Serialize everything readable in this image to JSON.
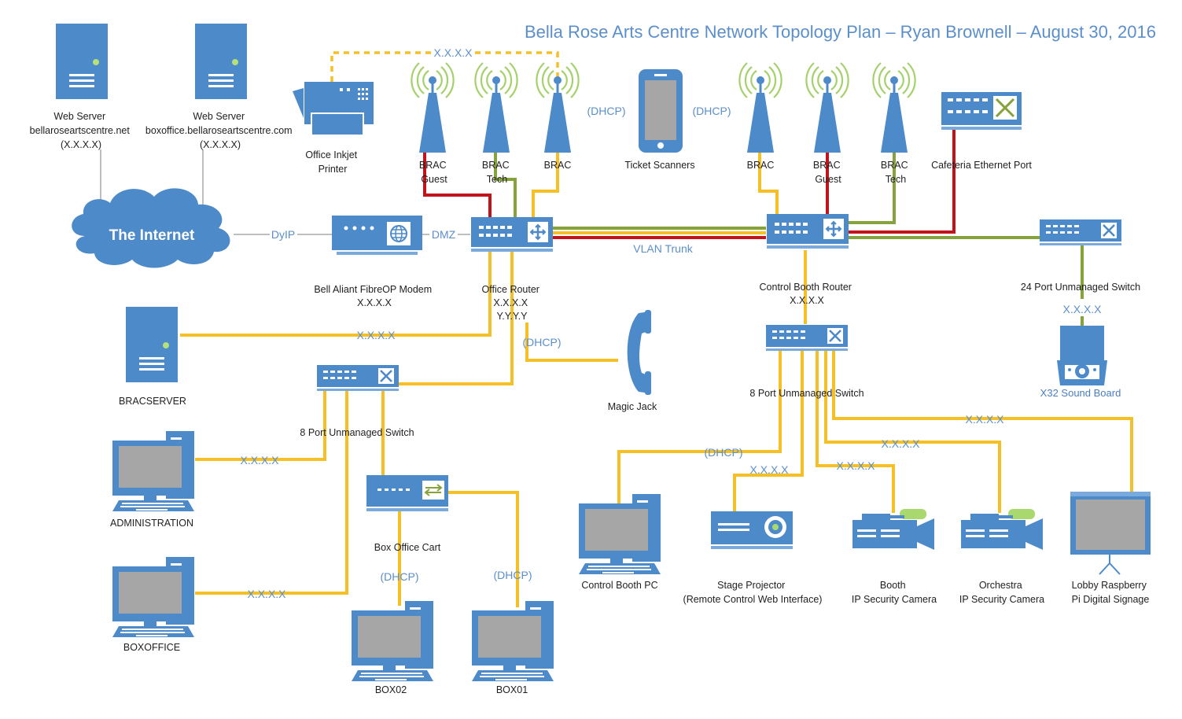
{
  "title": "Bella Rose Arts Centre Network Topology Plan – Ryan Brownell – August 30, 2016",
  "cloud": {
    "label": "The Internet"
  },
  "nodes": {
    "web1": {
      "lines": [
        "Web Server",
        "bellaroseartscentre.net",
        "(X.X.X.X)"
      ]
    },
    "web2": {
      "lines": [
        "Web Server",
        "boxoffice.bellaroseartscentre.com",
        "(X.X.X.X)"
      ]
    },
    "printer": {
      "lines": [
        "Office Inkjet",
        "Printer"
      ]
    },
    "ap1": {
      "lines": [
        "BRAC",
        "Guest"
      ]
    },
    "ap2": {
      "lines": [
        "BRAC",
        "Tech"
      ]
    },
    "ap3": {
      "lines": [
        "BRAC"
      ]
    },
    "scanners": {
      "lines": [
        "Ticket Scanners"
      ]
    },
    "ap4": {
      "lines": [
        "BRAC"
      ]
    },
    "ap5": {
      "lines": [
        "BRAC",
        "Guest"
      ]
    },
    "ap6": {
      "lines": [
        "BRAC",
        "Tech"
      ]
    },
    "cafeteria": {
      "lines": [
        "Cafeteria Ethernet Port"
      ]
    },
    "modem": {
      "lines": [
        "Bell Aliant FibreOP Modem",
        "X.X.X.X"
      ]
    },
    "office_router": {
      "lines": [
        "Office Router",
        "X.X.X.X",
        "Y.Y.Y.Y"
      ]
    },
    "booth_router": {
      "lines": [
        "Control Booth Router",
        "X.X.X.X"
      ]
    },
    "switch24": {
      "lines": [
        "24 Port Unmanaged Switch"
      ]
    },
    "bracserver": {
      "lines": [
        "BRACSERVER"
      ]
    },
    "magicjack": {
      "lines": [
        "Magic Jack"
      ]
    },
    "x32": {
      "lines": [
        "X32 Sound Board"
      ]
    },
    "switch8_left": {
      "lines": [
        "8 Port Unmanaged Switch"
      ]
    },
    "switch8_right": {
      "lines": [
        "8 Port Unmanaged Switch"
      ]
    },
    "administration": {
      "lines": [
        "ADMINISTRATION"
      ]
    },
    "boxoffice_cart": {
      "lines": [
        "Box Office Cart"
      ]
    },
    "boxoffice": {
      "lines": [
        "BOXOFFICE"
      ]
    },
    "box02": {
      "lines": [
        "BOX02"
      ]
    },
    "box01": {
      "lines": [
        "BOX01"
      ]
    },
    "booth_pc": {
      "lines": [
        "Control Booth PC"
      ]
    },
    "projector": {
      "lines": [
        "Stage Projector",
        "(Remote Control Web Interface)"
      ]
    },
    "booth_cam": {
      "lines": [
        "Booth",
        "IP Security Camera"
      ]
    },
    "orch_cam": {
      "lines": [
        "Orchestra",
        "IP Security Camera"
      ]
    },
    "signage": {
      "lines": [
        "Lobby Raspberry",
        "Pi Digital Signage"
      ]
    }
  },
  "links": {
    "printer_dashed": "X.X.X.X",
    "dhcp_left": "(DHCP)",
    "dhcp_right": "(DHCP)",
    "dyip": "DyIP",
    "dmz": "DMZ",
    "vlan": "VLAN Trunk",
    "server_link": "X.X.X.X",
    "magicjack_dhcp": "(DHCP)",
    "x32_link": "X.X.X.X",
    "admin_link": "X.X.X.X",
    "boxoffice_link": "X.X.X.X",
    "box02_dhcp": "(DHCP)",
    "box01_dhcp": "(DHCP)",
    "boothpc_dhcp": "(DHCP)",
    "projector_link": "X.X.X.X",
    "boothcam_link": "X.X.X.X",
    "orchcam_link": "X.X.X.X",
    "signage_link": "X.X.X.X"
  },
  "colors": {
    "ethernet": "#f5c026",
    "guest_vlan": "#c2131a",
    "tech_vlan": "#86a23a",
    "device": "#4d8ac9",
    "wifi": "#a5d16b"
  }
}
